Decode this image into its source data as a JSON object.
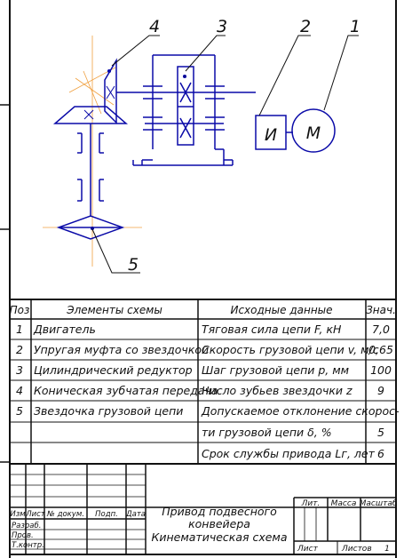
{
  "callouts": [
    "4",
    "3",
    "2",
    "1",
    "5"
  ],
  "scheme": {
    "motor_letter": "M",
    "coupling_letter": "И",
    "colors": {
      "line": "#0a0aa8",
      "axis": "#f0a040",
      "ink": "#111111"
    }
  },
  "table": {
    "headers": [
      "Поз",
      "Элементы схемы",
      "Исходные данные",
      "Знач."
    ],
    "rows": [
      {
        "pos": "1",
        "element": "Двигатель",
        "param": "Тяговая сила цепи F, кН",
        "value": "7,0"
      },
      {
        "pos": "2",
        "element": "Упругая муфта со звездочкой",
        "param": "Скорость грузовой цепи v, м/с",
        "value": "0,65"
      },
      {
        "pos": "3",
        "element": "Цилиндрический редуктор",
        "param": "Шаг грузовой цепи p, мм",
        "value": "100"
      },
      {
        "pos": "4",
        "element": "Коническая зубчатая передача",
        "param": "Число зубьев звездочки z",
        "value": "9"
      },
      {
        "pos": "5",
        "element": "Звездочка грузовой цепи",
        "param": "Допускаемое отклонение скорос-",
        "value": ""
      },
      {
        "pos": "",
        "element": "",
        "param": "ти грузовой цепи δ, %",
        "value": "5"
      },
      {
        "pos": "",
        "element": "",
        "param": "Срок службы привода Lг, лет",
        "value": "6"
      }
    ]
  },
  "title_block": {
    "col_labels": [
      "Изм",
      "Лист",
      "№ докум.",
      "Подп.",
      "Дата"
    ],
    "row_labels": [
      "Разраб.",
      "Пров.",
      "Т.контр."
    ],
    "title_lines": [
      "Привод подвесного",
      "конвейера",
      "Кинематическая схема"
    ],
    "lit_label": "Лит.",
    "mass_label": "Масса",
    "scale_label": "Масштаб",
    "sheet_label": "Лист",
    "sheets_label": "Листов",
    "sheets_value": "1"
  }
}
